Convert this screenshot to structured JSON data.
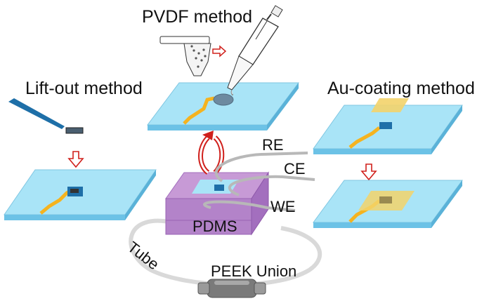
{
  "labels": {
    "pvdf": "PVDF method",
    "liftout": "Lift-out method",
    "aucoating": "Au-coating method",
    "re": "RE",
    "ce": "CE",
    "we": "WE",
    "pdms": "PDMS",
    "tube": "Tube",
    "peek": "PEEK Union"
  },
  "colors": {
    "slide_top": "#a9e4f7",
    "slide_side": "#6cc2e6",
    "electrode": "#f5b31f",
    "pad": "#f3d36a",
    "chip": "#1e6fa8",
    "pdms_top": "#c79ad6",
    "pdms_side": "#a36fbe",
    "arrow": "#d0201c",
    "tube": "#d9d9d9",
    "union": "#7a7a7a"
  }
}
